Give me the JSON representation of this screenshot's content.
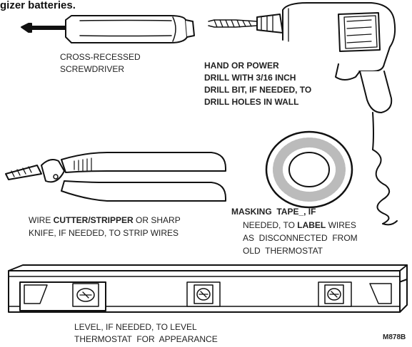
{
  "heading": "gizer batteries.",
  "screwdriver": {
    "line1": "CROSS-RECESSED",
    "line2": "SCREWDRIVER"
  },
  "drill": {
    "line1": "HAND OR POWER",
    "line2": "DRILL WITH 3/16 INCH",
    "line3": "DRILL BIT, IF NEEDED, TO",
    "line4": "DRILL HOLES IN WALL"
  },
  "stripper": {
    "line1_a": "WIRE ",
    "line1_b": "CUTTER/STRIPPER",
    "line1_c": " OR SHARP",
    "line2": "KNIFE, IF NEEDED, TO STRIP WIRES"
  },
  "tape": {
    "line1": "MASKING  TAPE_, IF",
    "line2_a": "NEEDED, TO ",
    "line2_b": "LABEL",
    "line2_c": " WIRES",
    "line3": "AS  DISCONNECTED  FROM",
    "line4": "OLD  THERMOSTAT"
  },
  "level": {
    "line1": "LEVEL, IF NEEDED, TO LEVEL",
    "line2": "THERMOSTAT  FOR  APPEARANCE"
  },
  "figure_code": "M878B"
}
